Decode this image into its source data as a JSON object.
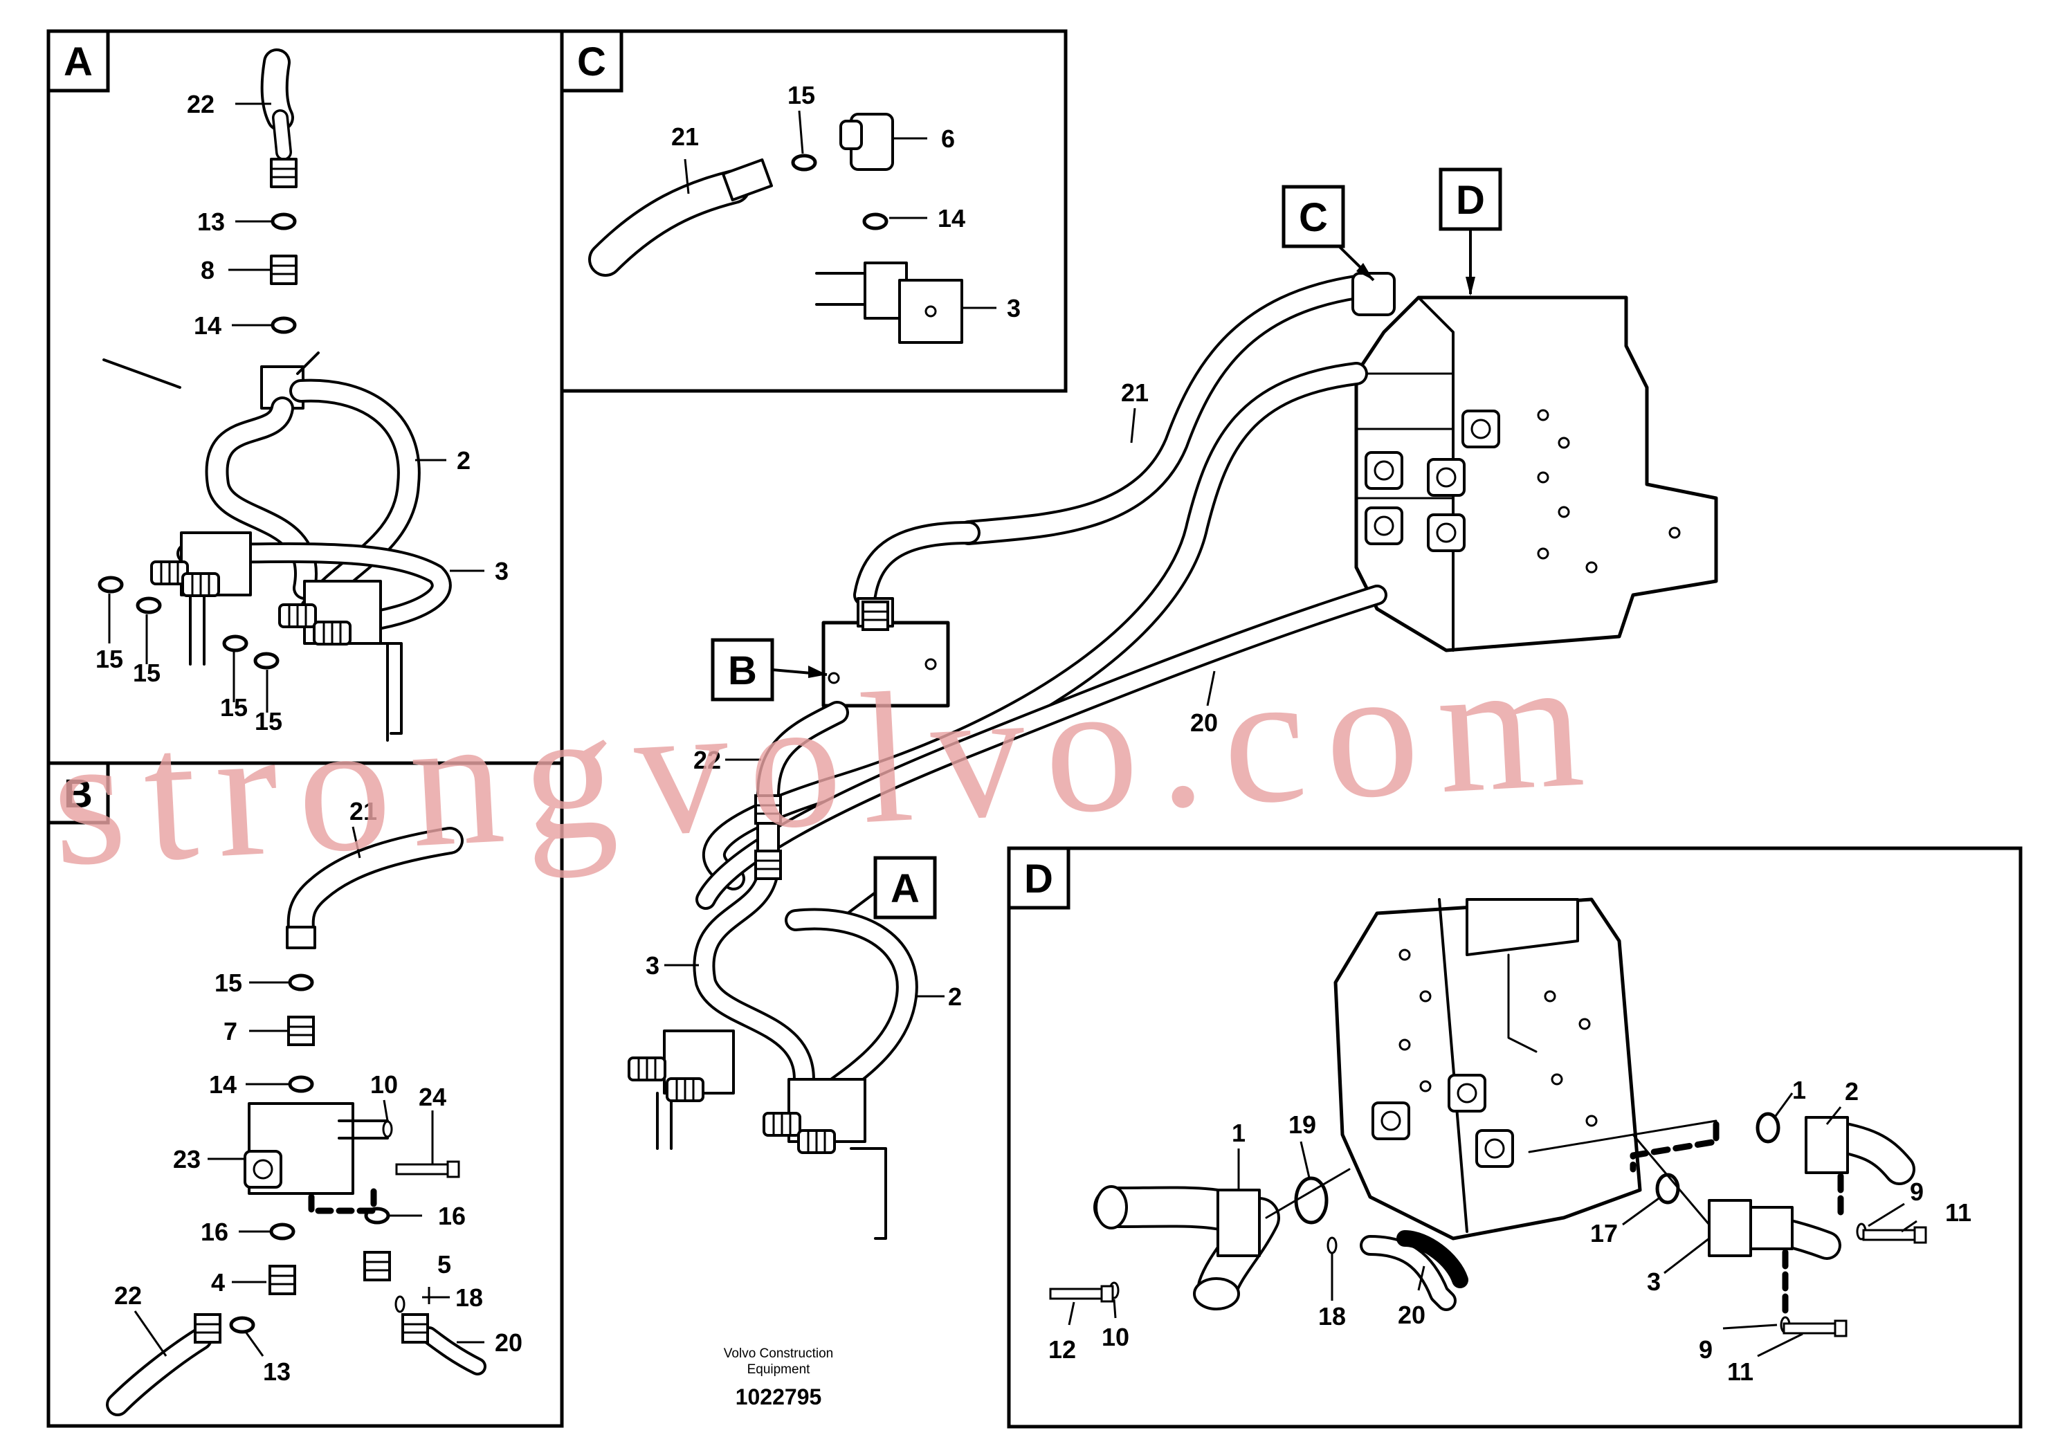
{
  "panels": [
    {
      "id": "A",
      "label": "A",
      "callouts": [
        "22",
        "13",
        "8",
        "14",
        "2",
        "3",
        "15",
        "15",
        "15",
        "15"
      ]
    },
    {
      "id": "B",
      "label": "B",
      "callouts": [
        "21",
        "15",
        "7",
        "14",
        "10",
        "24",
        "23",
        "16",
        "16",
        "5",
        "4",
        "18",
        "22",
        "13",
        "20"
      ]
    },
    {
      "id": "C",
      "label": "C",
      "callouts": [
        "15",
        "21",
        "6",
        "14",
        "3"
      ]
    },
    {
      "id": "D",
      "label": "D",
      "callouts": [
        "1",
        "19",
        "1",
        "2",
        "17",
        "3",
        "9",
        "11",
        "12",
        "10",
        "18",
        "20",
        "9",
        "11"
      ]
    }
  ],
  "main_view": {
    "callouts": [
      "21",
      "20",
      "22",
      "3",
      "2"
    ],
    "tags": [
      "C",
      "D",
      "B",
      "A"
    ]
  },
  "caption": {
    "line1": "Volvo Construction",
    "line2": "Equipment",
    "number": "1022795"
  },
  "watermark": "strongvolvo.com",
  "colors": {
    "line": "#000000",
    "watermark": "#e8a3a3",
    "background": "#ffffff"
  }
}
